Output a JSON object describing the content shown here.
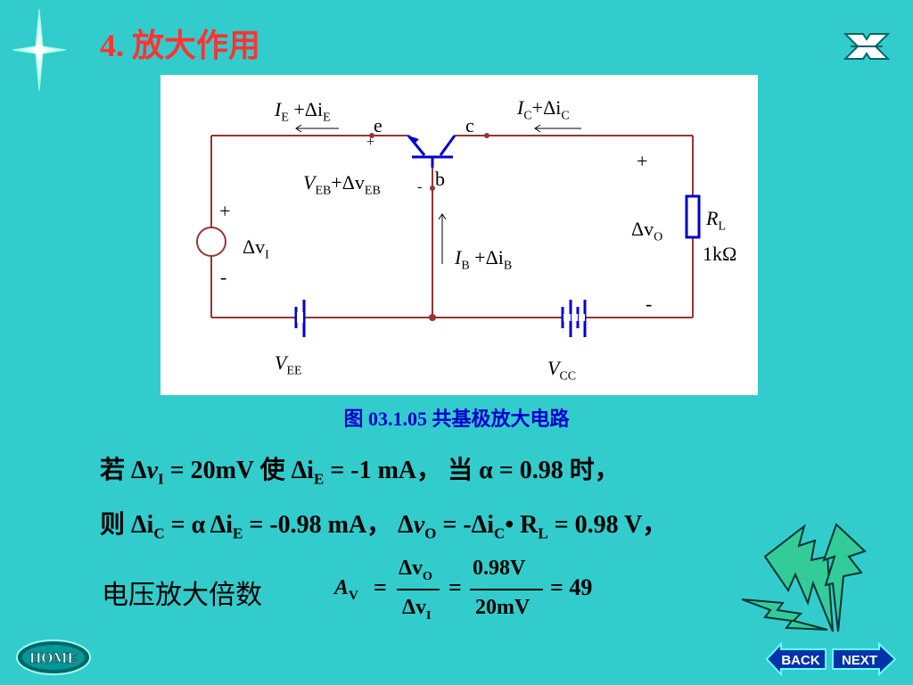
{
  "title": "4. 放大作用",
  "circuit": {
    "ie_label": "I",
    "ie_sub": "E",
    "ie_delta": " +Δi",
    "ie_delta_sub": "E",
    "ic_label": "I",
    "ic_sub": "C",
    "ic_delta": "+Δi",
    "ic_delta_sub": "C",
    "node_e": "e",
    "node_c": "c",
    "node_b": "b",
    "veb_label": "V",
    "veb_sub": "EB",
    "veb_delta": "+Δv",
    "veb_delta_sub": "EB",
    "ib_label": "I",
    "ib_sub": "B",
    "ib_delta": " +Δi",
    "ib_delta_sub": "B",
    "dvi_label": "Δv",
    "dvi_sub": "I",
    "dvo_label": "Δv",
    "dvo_sub": "O",
    "rl_label": "R",
    "rl_sub": "L",
    "rl_value": "1kΩ",
    "vee_label": "V",
    "vee_sub": "EE",
    "vcc_label": "V",
    "vcc_sub": "CC",
    "plus": "+",
    "minus": "-"
  },
  "caption": "图 03.1.05  共基极放大电路",
  "equations": {
    "line1_a": "若  Δ",
    "line1_v": "v",
    "line1_vsub": "I",
    "line1_b": " = 20mV    使   Δi",
    "line1_isub": "E",
    "line1_c": " = -1 mA，      当   α = 0.98 时，",
    "line2_a": "则  Δi",
    "line2_sub1": "C",
    "line2_b": " = α Δi",
    "line2_sub2": "E",
    "line2_c": "  = -0.98 mA，  Δ",
    "line2_v": "v",
    "line2_vsub": "O",
    "line2_d": " = -Δi",
    "line2_sub3": "C",
    "line2_e": "• R",
    "line2_sub4": "L",
    "line2_f": " = 0.98 V，",
    "line3_label": "电压放大倍数",
    "av": "A",
    "av_sub": "V",
    "eq_sign": "=",
    "num1": "Δv",
    "num1_sub": "O",
    "den1": "Δv",
    "den1_sub": "I",
    "num2": "0.98V",
    "den2": "20mV",
    "result": "= 49"
  },
  "nav": {
    "home": "HOME",
    "back": "BACK",
    "next": "NEXT"
  },
  "colors": {
    "background": "#33cccc",
    "title": "#ff3333",
    "wire": "#993333",
    "component": "#0000cc",
    "caption": "#0000cc",
    "lightning": "#33cc99"
  }
}
